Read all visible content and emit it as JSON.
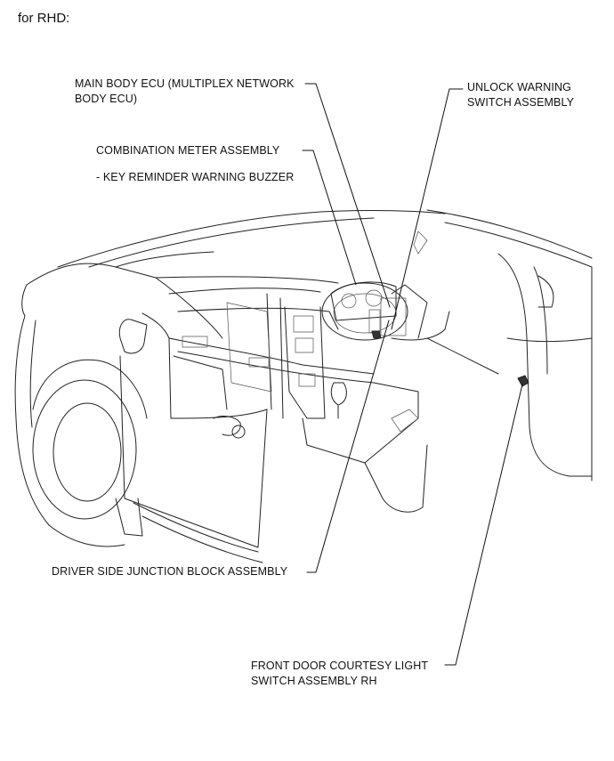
{
  "heading": "for RHD:",
  "labels": {
    "main_body_ecu_line1": "MAIN BODY ECU (MULTIPLEX NETWORK",
    "main_body_ecu_line2": "BODY ECU)",
    "unlock_warning_line1": "UNLOCK WARNING",
    "unlock_warning_line2": "SWITCH ASSEMBLY",
    "combination_meter": "COMBINATION METER ASSEMBLY",
    "key_reminder": "- KEY REMINDER WARNING BUZZER",
    "driver_side_jb": "DRIVER SIDE JUNCTION BLOCK ASSEMBLY",
    "front_door_line1": "FRONT DOOR COURTESY LIGHT",
    "front_door_line2": "SWITCH ASSEMBLY RH"
  }
}
